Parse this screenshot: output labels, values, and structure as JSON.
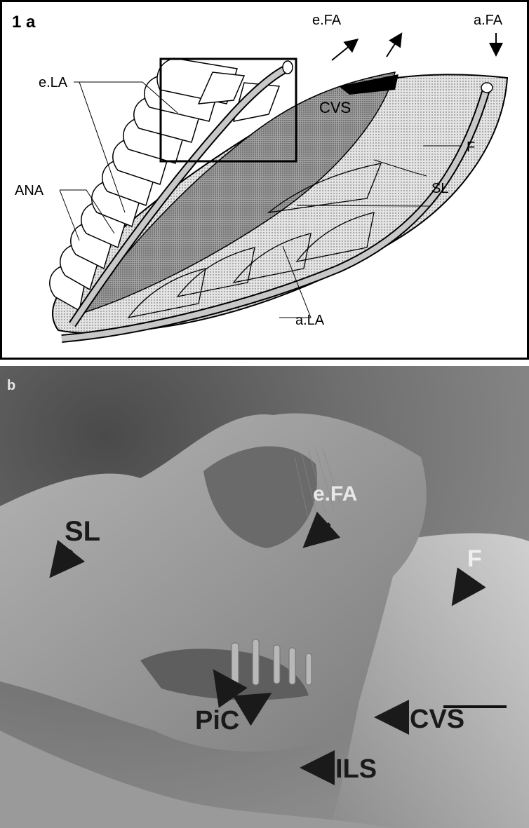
{
  "panel_a": {
    "panel_label": "1 a",
    "labels": {
      "eFA": "e.FA",
      "aFA": "a.FA",
      "eLA": "e.LA",
      "CVS": "CVS",
      "F": "F",
      "ANA": "ANA",
      "SL": "SL",
      "aLA": "a.LA"
    },
    "colors": {
      "stipple": "#d8d8d8",
      "dark_band": "#9a9a9a",
      "outline": "#000000"
    }
  },
  "panel_b": {
    "panel_label": "b",
    "labels": {
      "eFA": "e.FA",
      "SL": "SL",
      "F": "F",
      "PiC": "PiC",
      "CVS": "CVS",
      "ILS": "ILS"
    },
    "colors": {
      "background": "#5a5a5a",
      "tissue": "#a8a8a8",
      "label_light": "#e8e8e8",
      "label_dark": "#1a1a1a"
    }
  }
}
